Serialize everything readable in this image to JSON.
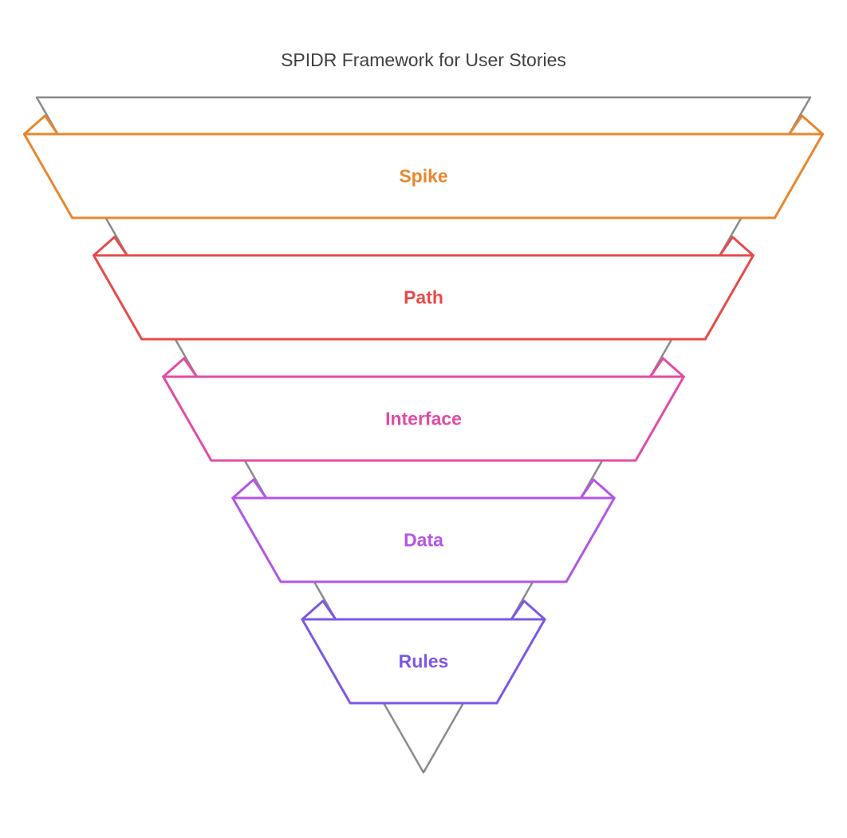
{
  "diagram": {
    "type": "funnel",
    "title": "SPIDR Framework for User Stories",
    "title_color": "#404040",
    "outline_color": "#8A8A8A",
    "background_color": "#FFFFFF",
    "levels": [
      {
        "label": "Spike",
        "color": "#E8872D"
      },
      {
        "label": "Path",
        "color": "#E64A4A"
      },
      {
        "label": "Interface",
        "color": "#E24BA5"
      },
      {
        "label": "Data",
        "color": "#B355E6"
      },
      {
        "label": "Rules",
        "color": "#7B57E8"
      }
    ]
  }
}
